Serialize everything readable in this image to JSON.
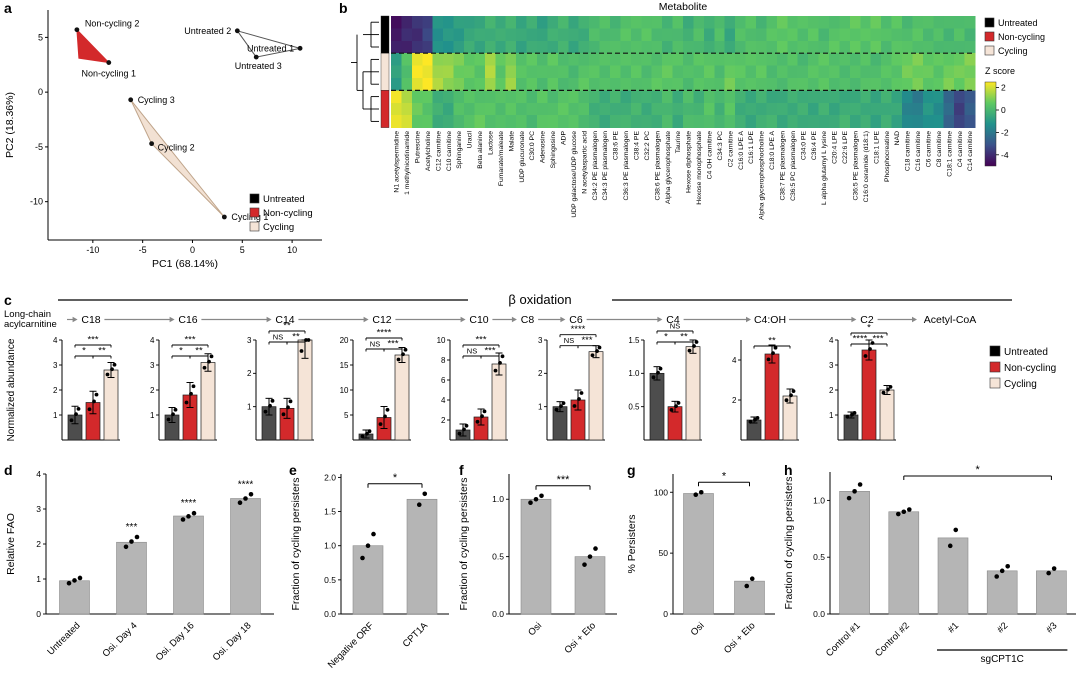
{
  "panels": {
    "a": "a",
    "b": "b",
    "c": "c",
    "d": "d",
    "e": "e",
    "f": "f",
    "g": "g",
    "h": "h"
  },
  "group_labels": [
    "Untreated",
    "Non-cycling",
    "Cycling"
  ],
  "colors": {
    "untreated": "#000000",
    "untreated_bar": "#4d4d4d",
    "non_cycling": "#d3292b",
    "cycling": "#f5e4d7",
    "cycling_line": "#bfa48a",
    "bar_gray": "#b5b5b5"
  },
  "chart_data": [
    {
      "panel": "a",
      "type": "scatter",
      "xlabel": "PC1 (68.14%)",
      "ylabel": "PC2 (18.36%)",
      "xlim": [
        -14.5,
        13
      ],
      "ylim": [
        -13.5,
        7.5
      ],
      "xticks": [
        -10,
        -5,
        0,
        5,
        10
      ],
      "yticks": [
        5,
        0,
        -5,
        -10
      ],
      "legend": [
        "Untreated",
        "Non-cycling",
        "Cycling"
      ],
      "groups": [
        {
          "name": "Untreated",
          "color": "#555555",
          "fill": "none",
          "points": [
            {
              "label": "Untreated 2",
              "x": 4.5,
              "y": 5.6,
              "dx": -6,
              "dy": 3,
              "anchor": "end"
            },
            {
              "label": "Untreated 1",
              "x": 10.8,
              "y": 4.0,
              "dx": -6,
              "dy": 3,
              "anchor": "end"
            },
            {
              "label": "Untreated 3",
              "x": 6.4,
              "y": 3.2,
              "dx": 2,
              "dy": 12,
              "anchor": "middle"
            }
          ]
        },
        {
          "name": "Non-cycling",
          "color": "#d3292b",
          "fill": "#d3292b",
          "points": [
            {
              "label": "Non-cycling 2",
              "x": -11.6,
              "y": 5.7,
              "dx": 8,
              "dy": -3,
              "anchor": "start"
            },
            {
              "label": "Non-cycling 1",
              "x": -8.4,
              "y": 2.7,
              "dx": 0,
              "dy": 14,
              "anchor": "middle"
            },
            {
              "label": "",
              "x": -11.4,
              "y": 3.1
            }
          ]
        },
        {
          "name": "Cycling",
          "color": "#bfa48a",
          "fill": "#f2e1d3",
          "points": [
            {
              "label": "Cycling 3",
              "x": -6.2,
              "y": -0.7,
              "dx": 7,
              "dy": 3,
              "anchor": "start"
            },
            {
              "label": "Cycling 2",
              "x": -4.1,
              "y": -4.7,
              "dx": 6,
              "dy": 7,
              "anchor": "start"
            },
            {
              "label": "Cycling 1",
              "x": 3.2,
              "y": -11.4,
              "dx": 7,
              "dy": 3,
              "anchor": "start"
            }
          ]
        }
      ]
    },
    {
      "panel": "b",
      "type": "heatmap",
      "title": "Metabolite",
      "row_groups": [
        {
          "name": "Untreated",
          "color": "#000000",
          "rows": 3
        },
        {
          "name": "Cycling",
          "color": "#f5e4d7",
          "rows": 3
        },
        {
          "name": "Non-cycling",
          "color": "#d3292b",
          "rows": 3
        }
      ],
      "columns": [
        "N1 acetylspermidine",
        "1 methylnicotinamide",
        "Putrescine",
        "Acetylcholine",
        "C12 carnitine",
        "C10 carnitine",
        "Sphinganine",
        "Uracil",
        "Beta alanine",
        "Lactose",
        "Fumarate/maleate",
        "Malate",
        "UDP glucuronate",
        "C30:0 PC",
        "Adenosine",
        "Sphingosine",
        "ADP",
        "UDP galactose/UDP glucose",
        "N acetylaspartic acid",
        "C34:2 PE plasmalogen",
        "C34:3 PE plasmalogen",
        "C38:6 PE",
        "C36:3 PE plasmalogen",
        "C38:4 PE",
        "C32:2 PC",
        "C38:6 PE plasmalogen",
        "Alpha glycerophosphate",
        "Taurine",
        "Hexose diphosphate",
        "Hexose monophosphate",
        "C4 OH carnitine",
        "C34:3 PC",
        "C2 carnitine",
        "C16:0 LPE A",
        "C16:1 LPE",
        "Alpha glycerophosphocholine",
        "C18:0 LPE A",
        "C38:7 PE plasmalogen",
        "C36:5 PC plasmalogen",
        "C34:0 PE",
        "C36:4 PE",
        "L alpha glutamyl L lysine",
        "C20:4 LPE",
        "C22:6 LPE",
        "C36:5 PE plasmalogen",
        "C16:0 ceramide (d18:1)",
        "C18:1 LPE",
        "Phosphocreatine",
        "NAD",
        "C18 carnitine",
        "C16 carnitine",
        "C6 carnitine",
        "C8 carnitine",
        "C18:1 carnitine",
        "C4 carnitine",
        "C14 carnitine"
      ],
      "values": {
        "Untreated": [
          -4.5,
          -4.2,
          -4.0,
          -3.5,
          -1.2,
          -1.0,
          -0.8,
          -0.5,
          -0.6,
          -0.3,
          -0.4,
          -0.2,
          -0.5,
          -0.3,
          -0.6,
          -0.4,
          -0.2,
          -0.5,
          -0.3,
          0.2,
          0.3,
          0.1,
          0.3,
          0.2,
          0.4,
          0.2,
          0.0,
          0.3,
          -0.2,
          0.1,
          -0.4,
          0.2,
          -0.5,
          0.3,
          0.4,
          0.1,
          0.3,
          0.5,
          0.4,
          0.3,
          0.5,
          0.2,
          0.4,
          0.3,
          0.5,
          0.4,
          0.6,
          0.3,
          0.5,
          0.2,
          0.3,
          0.1,
          0.2,
          0.0,
          0.3,
          0.1
        ],
        "Cycling": [
          -0.8,
          0.3,
          2.4,
          2.5,
          1.4,
          1.2,
          0.8,
          0.6,
          0.5,
          1.6,
          0.6,
          1.2,
          0.3,
          0.4,
          0.2,
          0.5,
          0.3,
          0.2,
          0.4,
          0.3,
          0.2,
          0.4,
          0.3,
          0.5,
          0.3,
          0.4,
          0.5,
          0.3,
          0.2,
          0.4,
          0.6,
          0.3,
          0.7,
          0.4,
          0.3,
          0.5,
          0.2,
          0.3,
          0.4,
          0.2,
          0.3,
          0.4,
          0.3,
          0.2,
          0.3,
          0.4,
          0.2,
          0.3,
          0.4,
          0.8,
          0.9,
          0.7,
          0.6,
          0.8,
          0.7,
          0.9
        ],
        "Non-cycling": [
          2.3,
          1.8,
          0.6,
          0.4,
          -0.3,
          -0.4,
          0.3,
          0.4,
          0.5,
          0.3,
          0.2,
          0.4,
          0.3,
          0.2,
          0.5,
          0.3,
          0.4,
          0.3,
          0.2,
          -0.2,
          -0.3,
          -0.1,
          -0.3,
          -0.2,
          -0.4,
          -0.2,
          0.1,
          -0.3,
          0.2,
          -0.1,
          0.3,
          -0.2,
          0.4,
          -0.3,
          -0.4,
          -0.2,
          -0.3,
          -0.5,
          -0.4,
          -0.3,
          -0.5,
          -0.2,
          -0.4,
          -0.3,
          -0.5,
          -0.4,
          -0.6,
          -0.3,
          -0.5,
          -1.5,
          -1.8,
          -1.2,
          -1.4,
          -2.5,
          -3.5,
          -2.8
        ]
      },
      "zscale": {
        "min": -5,
        "max": 2.5,
        "ticks": [
          2,
          0,
          -2,
          -4
        ],
        "label": "Z score"
      },
      "legend": [
        "Untreated",
        "Non-cycling",
        "Cycling"
      ]
    },
    {
      "panel": "c",
      "type": "bar-group",
      "title": "β oxidation",
      "chain_label": [
        "Long-chain",
        "acylcarnitine"
      ],
      "chain": [
        {
          "label": "C18"
        },
        {
          "label": "C16"
        },
        {
          "label": "C14"
        },
        {
          "label": "C12"
        },
        {
          "label": "C10"
        },
        {
          "label": "C8",
          "gray": true
        },
        {
          "label": "C6"
        },
        {
          "label": "C4"
        },
        {
          "label": "C4:OH"
        },
        {
          "label": "C2"
        },
        {
          "label": "Acetyl-CoA"
        }
      ],
      "ylabel": "Normalized abundance",
      "categories": [
        "Untreated",
        "Non-cycling",
        "Cycling"
      ],
      "legend": [
        "Untreated",
        "Non-cycling",
        "Cycling"
      ],
      "charts": [
        {
          "name": "C18",
          "ylim": 4,
          "yticks": [
            1,
            2,
            3,
            4
          ],
          "ytick_labels": [
            "1",
            "2",
            "3",
            "4"
          ],
          "values": [
            1.0,
            1.5,
            2.8
          ],
          "errors": [
            0.35,
            0.45,
            0.3
          ],
          "sig": {
            "top": "***",
            "left": "*",
            "right": "**"
          }
        },
        {
          "name": "C16",
          "ylim": 4,
          "yticks": [
            1,
            2,
            3,
            4
          ],
          "ytick_labels": [
            "1",
            "2",
            "3",
            "4"
          ],
          "values": [
            1.0,
            1.8,
            3.1
          ],
          "errors": [
            0.3,
            0.5,
            0.35
          ],
          "sig": {
            "top": "***",
            "left": "*",
            "right": "**"
          }
        },
        {
          "name": "C14",
          "ylim": 3,
          "yticks": [
            1,
            2,
            3
          ],
          "ytick_labels": [
            "1",
            "2",
            "3"
          ],
          "values": [
            1.0,
            0.95,
            3.0
          ],
          "errors": [
            0.25,
            0.3,
            0.55
          ],
          "sig": {
            "top": "**",
            "left": "NS",
            "right": "**"
          }
        },
        {
          "name": "C12",
          "ylim": 20,
          "yticks": [
            5,
            10,
            15,
            20
          ],
          "ytick_labels": [
            "5",
            "10",
            "15",
            "20"
          ],
          "values": [
            1.2,
            4.5,
            17.0
          ],
          "errors": [
            0.8,
            2.2,
            1.5
          ],
          "sig": {
            "top": "****",
            "left": "NS",
            "right": "***"
          }
        },
        {
          "name": "C10",
          "ylim": 10,
          "yticks": [
            2,
            4,
            6,
            8,
            10
          ],
          "ytick_labels": [
            "2",
            "4",
            "6",
            "8",
            "10"
          ],
          "values": [
            1.0,
            2.3,
            7.6
          ],
          "errors": [
            0.6,
            0.8,
            1.1
          ],
          "sig": {
            "top": "***",
            "left": "NS",
            "right": "***"
          }
        },
        {
          "name": "C6",
          "ylim": 3,
          "yticks": [
            1,
            2,
            3
          ],
          "ytick_labels": [
            "1",
            "2",
            "3"
          ],
          "values": [
            1.0,
            1.2,
            2.65
          ],
          "errors": [
            0.15,
            0.3,
            0.18
          ],
          "sig": {
            "top": "****",
            "left": "NS",
            "right": "***"
          }
        },
        {
          "name": "C4",
          "ylim": 1.5,
          "yticks": [
            0.5,
            1.0,
            1.5
          ],
          "ytick_labels": [
            "0.5",
            "1.0",
            "1.5"
          ],
          "values": [
            1.0,
            0.5,
            1.4
          ],
          "errors": [
            0.1,
            0.08,
            0.1
          ],
          "sig": {
            "top": "NS",
            "left": "*",
            "right": "**"
          }
        },
        {
          "name": "C4:OH",
          "ylim": 5,
          "yticks": [
            2,
            4
          ],
          "ytick_labels": [
            "2",
            "4"
          ],
          "values": [
            1.0,
            4.3,
            2.2
          ],
          "errors": [
            0.15,
            0.45,
            0.35
          ],
          "sig": {
            "top": "**"
          }
        },
        {
          "name": "C2",
          "ylim": 4,
          "yticks": [
            1,
            2,
            3,
            4
          ],
          "ytick_labels": [
            "1",
            "2",
            "3",
            "4"
          ],
          "values": [
            1.0,
            3.6,
            2.0
          ],
          "errors": [
            0.12,
            0.4,
            0.18
          ],
          "sig": {
            "top": "*",
            "left": "****",
            "right": "***"
          }
        }
      ]
    },
    {
      "panel": "d",
      "type": "bar",
      "ylabel": "Relative FAO",
      "ylim": 4,
      "yticks": [
        0,
        1,
        2,
        3,
        4
      ],
      "ytick_labels": [
        "0",
        "1",
        "2",
        "3",
        "4"
      ],
      "categories": [
        "Untreated",
        "Osi. Day 4",
        "Osi. Day 16",
        "Osi. Day 18"
      ],
      "values": [
        0.95,
        2.05,
        2.8,
        3.3
      ],
      "points": [
        [
          0.88,
          0.96,
          1.03
        ],
        [
          1.92,
          2.07,
          2.2
        ],
        [
          2.7,
          2.79,
          2.88
        ],
        [
          3.18,
          3.3,
          3.42
        ]
      ],
      "sig_above": [
        "",
        "***",
        "****",
        "****"
      ]
    },
    {
      "panel": "e",
      "type": "bar",
      "ylabel": "Fraction of cycling persisters",
      "ylim": 2.05,
      "yticks": [
        0,
        0.5,
        1.0,
        1.5,
        2.0
      ],
      "ytick_labels": [
        "0.0",
        "0.5",
        "1.0",
        "1.5",
        "2.0"
      ],
      "categories": [
        "Negative ORF",
        "CPT1A"
      ],
      "values": [
        1.0,
        1.68
      ],
      "points": [
        [
          0.82,
          1.0,
          1.17
        ],
        [
          1.6,
          1.76
        ]
      ],
      "bracket": {
        "from": 0,
        "to": 1,
        "label": "*"
      }
    },
    {
      "panel": "f",
      "type": "bar",
      "ylabel": "Fraction of cycling persisters",
      "ylim": 1.22,
      "yticks": [
        0,
        0.5,
        1.0
      ],
      "ytick_labels": [
        "0.0",
        "0.5",
        "1.0"
      ],
      "categories": [
        "Osi",
        "Osi + Eto"
      ],
      "values": [
        1.0,
        0.5
      ],
      "points": [
        [
          0.97,
          1.0,
          1.03
        ],
        [
          0.43,
          0.5,
          0.57
        ]
      ],
      "bracket": {
        "from": 0,
        "to": 1,
        "label": "***"
      }
    },
    {
      "panel": "g",
      "type": "bar",
      "ylabel": "% Persisters",
      "ylim": 115,
      "yticks": [
        0,
        50,
        100
      ],
      "ytick_labels": [
        "0",
        "50",
        "100"
      ],
      "categories": [
        "Osi",
        "Osi + Eto"
      ],
      "values": [
        99,
        27
      ],
      "points": [
        [
          98,
          100
        ],
        [
          23,
          29
        ]
      ],
      "bracket": {
        "from": 0,
        "to": 1,
        "label": "*"
      }
    },
    {
      "panel": "h",
      "type": "bar",
      "ylabel": "Fraction of cycling persisters",
      "ylim": 1.25,
      "yticks": [
        0,
        0.5,
        1.0
      ],
      "ytick_labels": [
        "0.0",
        "0.5",
        "1.0"
      ],
      "categories": [
        "Control #1",
        "Control #2",
        "#1",
        "#2",
        "#3"
      ],
      "values": [
        1.08,
        0.9,
        0.67,
        0.38,
        0.38
      ],
      "points": [
        [
          1.02,
          1.08,
          1.14
        ],
        [
          0.88,
          0.9,
          0.92
        ],
        [
          0.6,
          0.74
        ],
        [
          0.33,
          0.38,
          0.42
        ],
        [
          0.36,
          0.4
        ]
      ],
      "bracket": {
        "from": 1,
        "to": 4,
        "label": "*"
      },
      "group_underline": {
        "from": 2,
        "to": 4,
        "label": "sgCPT1C"
      }
    }
  ]
}
